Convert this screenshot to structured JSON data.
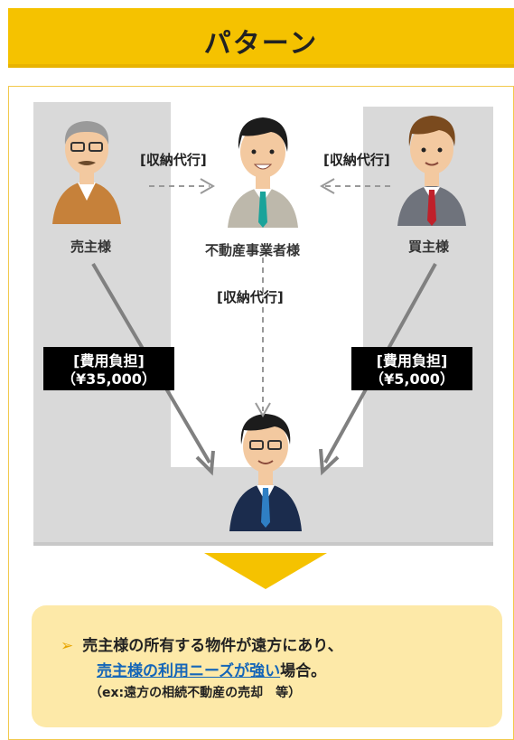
{
  "header": {
    "title": "パターン"
  },
  "roles": {
    "seller": "売主様",
    "agent": "不動産事業者様",
    "buyer": "買主様"
  },
  "labels": {
    "collection_left": "[収納代行]",
    "collection_right": "[収納代行]",
    "collection_center": "[収納代行]"
  },
  "fees": {
    "seller": {
      "title": "[費用負担]",
      "amount": "（¥35,000）"
    },
    "buyer": {
      "title": "[費用負担]",
      "amount": "（¥5,000）"
    }
  },
  "note": {
    "line1": "売主様の所有する物件が遠方にあり、",
    "line2_highlight": "売主様の利用ニーズが強い",
    "line2_rest": "場合。",
    "line3": "（ex:遠方の相続不動産の売却　等）"
  },
  "colors": {
    "header": "#f5c200",
    "panel": "#d9d9d9",
    "arrow": "#f5c200",
    "note_bg": "#fde9a8",
    "highlight": "#1566b8"
  }
}
